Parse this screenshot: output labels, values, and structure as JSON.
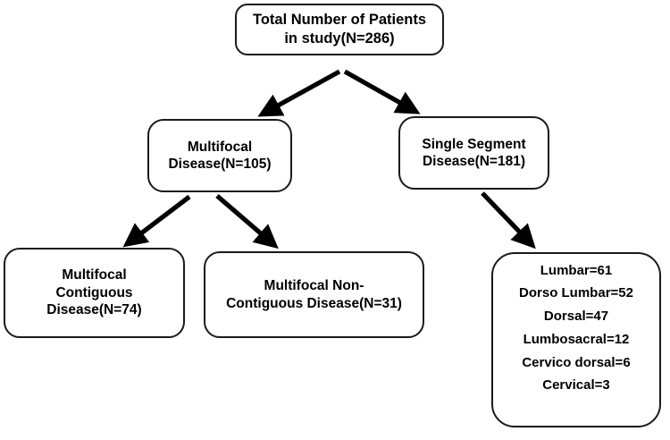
{
  "diagram": {
    "title": "Patient distribution flowchart",
    "line_color": "#1a1a1a",
    "box_fill": "#ffffff",
    "text_color": "#000000"
  },
  "nodes": {
    "total": {
      "name": "total-patients",
      "lines": [
        "Total Number of Patients",
        "in study(N=286)"
      ],
      "count": 286
    },
    "multifocal": {
      "name": "multifocal-disease",
      "lines": [
        "Multifocal",
        "Disease(N=105)"
      ],
      "count": 105
    },
    "single_segment": {
      "name": "single-segment-disease",
      "lines": [
        "Single Segment",
        "Disease(N=181)"
      ],
      "count": 181
    },
    "multifocal_contiguous": {
      "name": "multifocal-contiguous-disease",
      "lines": [
        "Multifocal",
        "Contiguous",
        "Disease(N=74)"
      ],
      "count": 74
    },
    "multifocal_noncontiguous": {
      "name": "multifocal-non-contiguous-disease",
      "lines": [
        "Multifocal Non-",
        "Contiguous Disease(N=31)"
      ],
      "count": 31
    },
    "segment_breakdown": {
      "name": "single-segment-breakdown",
      "lines": [
        "Lumbar=61",
        "Dorso Lumbar=52",
        "Dorsal=47",
        "Lumbosacral=12",
        "Cervico dorsal=6",
        "Cervical=3"
      ],
      "items": [
        {
          "label": "Lumbar",
          "value": 61
        },
        {
          "label": "Dorso Lumbar",
          "value": 52
        },
        {
          "label": "Dorsal",
          "value": 47
        },
        {
          "label": "Lumbosacral",
          "value": 12
        },
        {
          "label": "Cervico dorsal",
          "value": 6
        },
        {
          "label": "Cervical",
          "value": 3
        }
      ]
    }
  },
  "edges": [
    {
      "name": "edge-total-to-multifocal",
      "from": "total",
      "to": "multifocal"
    },
    {
      "name": "edge-total-to-single-segment",
      "from": "total",
      "to": "single_segment"
    },
    {
      "name": "edge-multifocal-to-contiguous",
      "from": "multifocal",
      "to": "multifocal_contiguous"
    },
    {
      "name": "edge-multifocal-to-noncontiguous",
      "from": "multifocal",
      "to": "multifocal_noncontiguous"
    },
    {
      "name": "edge-single-segment-to-breakdown",
      "from": "single_segment",
      "to": "segment_breakdown"
    }
  ]
}
